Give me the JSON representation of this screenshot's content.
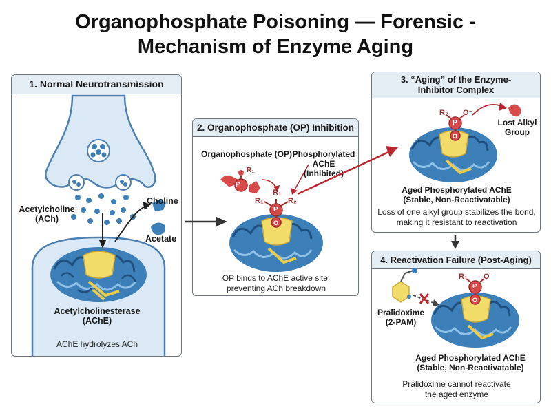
{
  "title": {
    "line1": "Organophosphate Poisoning — Forensic -",
    "line2": "Mechanism of Enzyme Aging"
  },
  "panel1": {
    "heading": "1. Normal Neurotransmission",
    "ach_label_1": "Acetylcholine",
    "ach_label_2": "(ACh)",
    "choline": "Choline",
    "acetate": "Acetate",
    "enzyme_1": "Acetylcholinesterase",
    "enzyme_2": "(AChE)",
    "caption": "AChE hydrolyzes ACh"
  },
  "panel2": {
    "heading": "2. Organophosphate (OP) Inhibition",
    "op_label": "Organophosphate (OP)",
    "phos_1": "Phosphorylated",
    "phos_2": "AChE (Inhibited)",
    "r1": "R₁",
    "r1b": "R₁",
    "r2": "R₂",
    "p": "P",
    "o": "O",
    "caption_1": "OP binds to AChE active site,",
    "caption_2": "preventing ACh breakdown"
  },
  "panel3": {
    "heading_1": "3. “Aging” of the Enzyme-",
    "heading_2": "Inhibitor Complex",
    "r2": "R₂",
    "p": "P",
    "o": "O",
    "ominus": "O⁻",
    "lost_1": "Lost Alkyl",
    "lost_2": "Group",
    "aged_1": "Aged Phosphorylated AChE",
    "aged_2": "(Stable, Non-Reactivatable)",
    "caption_1": "Loss of one alkyl group stabilizes the bond,",
    "caption_2": "making it resistant to reactivation"
  },
  "panel4": {
    "heading": "4. Reactivation Failure (Post-Aging)",
    "r1": "R₁",
    "p": "P",
    "o": "O",
    "ominus": "O⁻",
    "prali_1": "Pralidoxime",
    "prali_2": "(2-PAM)",
    "aged_1": "Aged Phosphorylated AChE",
    "aged_2": "(Stable, Non-Reactivatable)",
    "caption_1": "Pralidoxime cannot reactivate",
    "caption_2": "the aged enzyme"
  },
  "colors": {
    "enzyme_blue": "#3d7fb8",
    "active_site_yellow": "#f1dc6a",
    "op_red": "#d84a4a",
    "arrow_red": "#b8262f",
    "header_bg": "#e4ecf4",
    "neuron_fill": "#dbe9f6",
    "neuron_stroke": "#4d7fb3"
  }
}
